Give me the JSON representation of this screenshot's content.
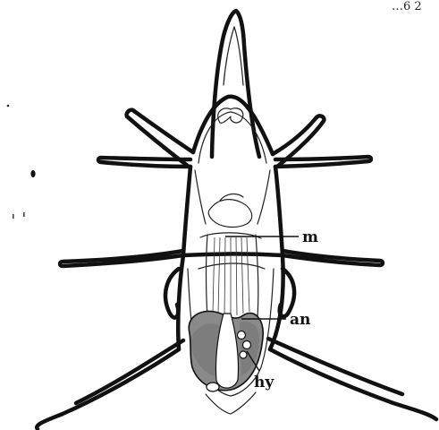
{
  "figure": {
    "corner_fragment": "…6 2",
    "labels": {
      "m": "m",
      "an": "an",
      "hy": "hy"
    }
  }
}
